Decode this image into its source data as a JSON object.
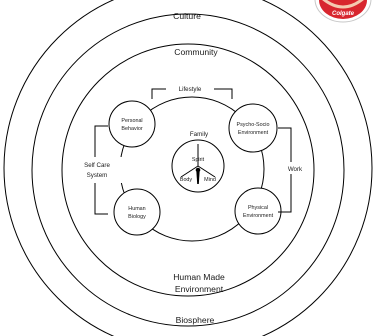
{
  "diagram": {
    "rings": {
      "culture": "Culture",
      "community": "Community",
      "lifestyle": "Lifestyle",
      "family": "Family",
      "self_care_line1": "Self Care",
      "self_care_line2": "System",
      "work": "Work",
      "human_made_line1": "Human Made",
      "human_made_line2": "Environment",
      "biosphere": "Biosphere"
    },
    "nodes": {
      "personal_behavior_line1": "Personal",
      "personal_behavior_line2": "Behavior",
      "psycho_socio_line1": "Psycho-Socio",
      "psycho_socio_line2": "Environment",
      "human_biology_line1": "Human",
      "human_biology_line2": "Biology",
      "physical_env_line1": "Physical",
      "physical_env_line2": "Environment"
    },
    "core": {
      "spirit": "Spirit",
      "body": "Body",
      "mind": "Mind"
    }
  },
  "logo": {
    "text": "Colgate",
    "color": "#d8262e"
  }
}
